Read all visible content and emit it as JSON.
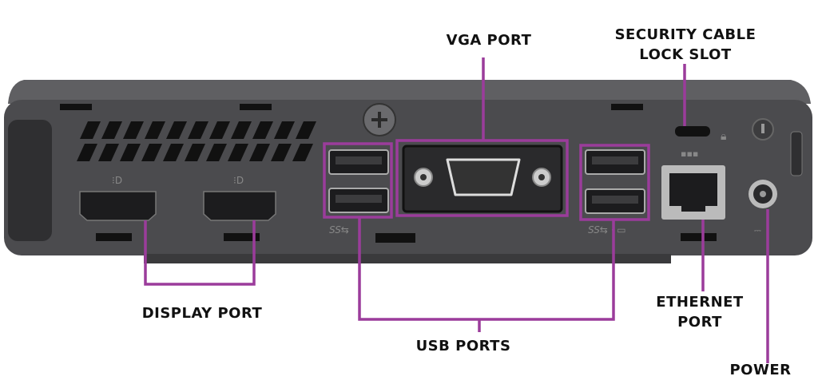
{
  "title": "Mini PC rear panel ports",
  "colors": {
    "accent": "#9b3c9b",
    "body": "#4b4b4e",
    "top": "#5d5d60",
    "port": "#1c1c1e"
  },
  "labels": {
    "vga": "VGA PORT",
    "security_line1": "SECURITY CABLE",
    "security_line2": "LOCK SLOT",
    "display": "DISPLAY PORT",
    "usb": "USB PORTS",
    "ethernet_line1": "ETHERNET",
    "ethernet_line2": "PORT",
    "power": "POWER"
  }
}
